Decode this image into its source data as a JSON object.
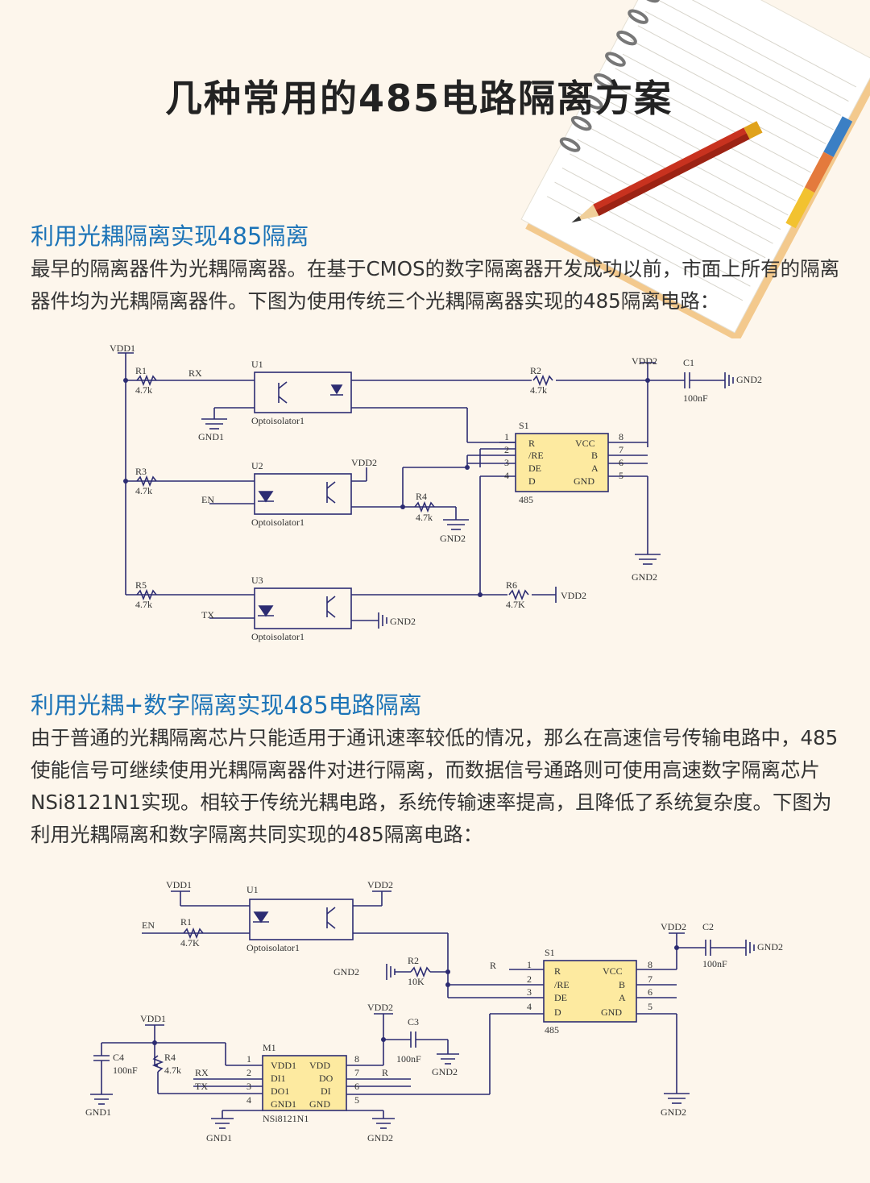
{
  "title": "几种常用的485电路隔离方案",
  "section1": {
    "heading": "利用光耦隔离实现485隔离",
    "paragraph": "最早的隔离器件为光耦隔离器。在基于CMOS的数字隔离器开发成功以前，市面上所有的隔离器件均为光耦隔离器件。下图为使用传统三个光耦隔离器实现的485隔离电路："
  },
  "section2": {
    "heading": "利用光耦+数字隔离实现485电路隔离",
    "paragraph": "由于普通的光耦隔离芯片只能适用于通讯速率较低的情况，那么在高速信号传输电路中，485使能信号可继续使用光耦隔离器件对进行隔离，而数据信号通路则可使用高速数字隔离芯片NSi8121N1实现。相较于传统光耦电路，系统传输速率提高，且降低了系统复杂度。下图为利用光耦隔离和数字隔离共同实现的485隔离电路："
  },
  "schematic1": {
    "vdd1": "VDD1",
    "vdd2": "VDD2",
    "gnd1": "GND1",
    "gnd2": "GND2",
    "gnd2_tag": "GND2",
    "r1": "R1",
    "r1_val": "4.7k",
    "r2": "R2",
    "r2_val": "4.7k",
    "r3": "R3",
    "r3_val": "4.7k",
    "r4": "R4",
    "r4_val": "4.7k",
    "r5": "R5",
    "r5_val": "4.7k",
    "r6": "R6",
    "r6_val": "4.7K",
    "c1": "C1",
    "c1_val": "100nF",
    "u1": "U1",
    "u2": "U2",
    "u3": "U3",
    "opto": "Optoisolator1",
    "rx": "RX",
    "en": "EN",
    "tx": "TX",
    "s1": "S1",
    "part": "485",
    "pins_left": [
      "R",
      "/RE",
      "DE",
      "D"
    ],
    "pins_right": [
      "VCC",
      "B",
      "A",
      "GND"
    ],
    "pin_nums_left": [
      "1",
      "2",
      "3",
      "4"
    ],
    "pin_nums_right": [
      "8",
      "7",
      "6",
      "5"
    ]
  },
  "schematic2": {
    "vdd1": "VDD1",
    "vdd2": "VDD2",
    "gnd1": "GND1",
    "gnd2": "GND2",
    "gnd2_tag": "GND2",
    "u1": "U1",
    "opto": "Optoisolator1",
    "en": "EN",
    "r1": "R1",
    "r1_val": "4.7K",
    "r2": "R2",
    "r2_val": "10K",
    "r4": "R4",
    "r4_val": "4.7k",
    "c2": "C2",
    "c2_val": "100nF",
    "c3": "C3",
    "c3_val": "100nF",
    "c4": "C4",
    "c4_val": "100nF",
    "r_label": "R",
    "rx": "RX",
    "tx": "TX",
    "s1": "S1",
    "part": "485",
    "pins_left": [
      "R",
      "/RE",
      "DE",
      "D"
    ],
    "pins_right": [
      "VCC",
      "B",
      "A",
      "GND"
    ],
    "pin_nums_left": [
      "1",
      "2",
      "3",
      "4"
    ],
    "pin_nums_right": [
      "8",
      "7",
      "6",
      "5"
    ],
    "m1": "M1",
    "m1_part": "NSi8121N1",
    "m1_left": [
      "VDD1",
      "DI1",
      "DO1",
      "GND1"
    ],
    "m1_right": [
      "VDD",
      "DO",
      "DI",
      "GND"
    ],
    "m1_nums_left": [
      "1",
      "2",
      "3",
      "4"
    ],
    "m1_nums_right": [
      "8",
      "7",
      "6",
      "5"
    ]
  },
  "colors": {
    "heading": "#1b73b7",
    "chip_fill": "#fdeaa0",
    "wire": "#2c2c72",
    "background": "#fdf6ec"
  }
}
